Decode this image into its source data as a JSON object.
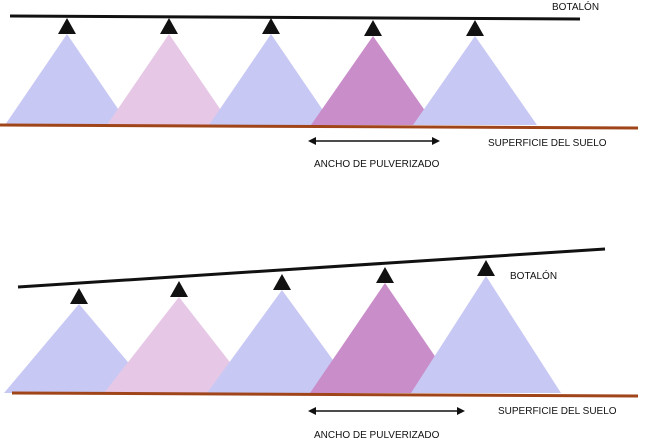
{
  "colors": {
    "background": "#ffffff",
    "boom": "#111111",
    "ground": "#a0451a",
    "cone_blue": "#c8c8f4",
    "cone_pink": "#e6c8e6",
    "cone_purple": "#c98dc9",
    "nozzle": "#111111"
  },
  "panels": [
    {
      "id": "level",
      "boom_label": "BOTALÓN",
      "ground_label": "SUPERFICIE DEL SUELO",
      "width_label": "ANCHO DE PULVERIZADO",
      "nozzles": [
        {
          "tone": "blue"
        },
        {
          "tone": "pink"
        },
        {
          "tone": "blue"
        },
        {
          "tone": "purple"
        },
        {
          "tone": "blue"
        }
      ]
    },
    {
      "id": "tilted",
      "boom_label": "BOTALÓN",
      "ground_label": "SUPERFICIE DEL SUELO",
      "width_label": "ANCHO DE PULVERIZADO",
      "nozzles": [
        {
          "tone": "blue"
        },
        {
          "tone": "pink"
        },
        {
          "tone": "blue"
        },
        {
          "tone": "purple"
        },
        {
          "tone": "blue"
        }
      ]
    }
  ]
}
